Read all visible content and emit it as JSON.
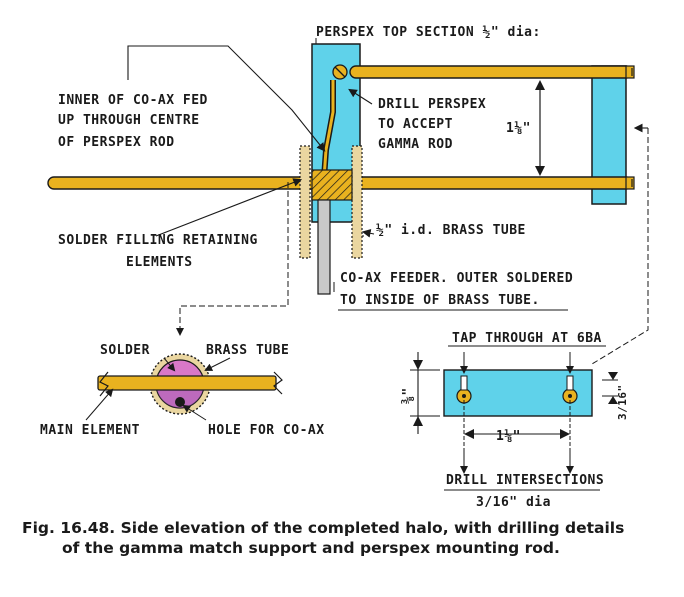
{
  "labels": {
    "perspex_top": "PERSPEX TOP SECTION ½\" dia:",
    "inner_coax_1": "INNER OF CO-AX FED",
    "inner_coax_2": "UP THROUGH CENTRE",
    "inner_coax_3": "OF PERSPEX ROD",
    "drill_perspex_1": "DRILL PERSPEX",
    "drill_perspex_2": "TO ACCEPT",
    "drill_perspex_3": "GAMMA ROD",
    "spacing": "1⅛\"",
    "brass_tube_id": "½\" i.d. BRASS TUBE",
    "solder_fill_1": "SOLDER FILLING RETAINING",
    "solder_fill_2": "ELEMENTS",
    "feeder_1": "CO-AX FEEDER. OUTER SOLDERED",
    "feeder_2": "TO INSIDE OF BRASS TUBE.",
    "solder": "SOLDER",
    "brass_tube": "BRASS TUBE",
    "main_element": "MAIN ELEMENT",
    "hole_coax": "HOLE FOR CO-AX",
    "tap_through": "TAP THROUGH AT 6BA",
    "height_dim": "⅜\"",
    "hole_dim": "3/16\"",
    "hole_spacing": "1⅛\"",
    "drill_int_1": "DRILL INTERSECTIONS",
    "drill_int_2": "3/16\" dia"
  },
  "caption": {
    "line1": "Fig. 16.48. Side elevation of the completed halo, with drilling details",
    "line2": "of the gamma match support and perspex mounting rod."
  },
  "colors": {
    "perspex": "#5fd2ea",
    "brass": "#e9b21f",
    "ink": "#1a1a1a",
    "solder": "#d978c8",
    "tube_wall": "#ead6a0",
    "feeder": "#c9c9c9"
  }
}
